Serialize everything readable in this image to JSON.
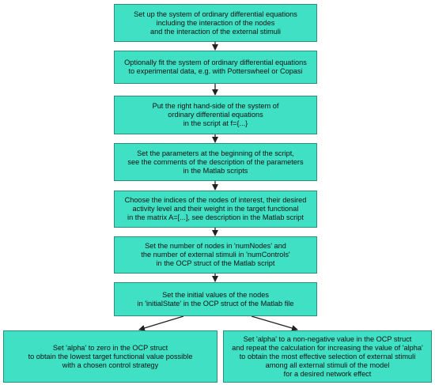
{
  "diagram": {
    "box_color": "#3fe0c4",
    "box_border_color": "#2a8f7f",
    "arrow_color": "#222222",
    "steps": [
      "Set up the system of ordinary differential equations\nincluding the interaction of the nodes\nand the interaction of the external stimuli",
      "Optionally fit the system of ordinary differential equations\nto experimental data, e.g. with Potterswheel or Copasi",
      "Put the right hand-side of the system of\nordinary differential equations\nin the script at f={...}",
      "Set the parameters at the beginning of the script,\nsee the comments of the description of the parameters\nin the Matlab scripts",
      "Choose the indices of the nodes of interest, their desired\nactivity level and their weight in the target functional\nin the matrix A=[...], see description in the Matlab script",
      "Set the number of nodes in 'numNodes' and\nthe number of external stimuli in 'numControls'\nin the OCP struct of the Matlab script",
      "Set the initial values of the nodes\nin 'initialState' in the OCP struct of the Matlab file"
    ],
    "branches": {
      "left": "Set 'alpha' to zero  in the OCP struct\nto obtain the lowest target functional value possible\nwith a chosen control strategy",
      "right": "Set 'alpha' to a non-negative value in the OCP struct\nand repeat the calculation for increasing the value of 'alpha'\nto obtain the most effective selection of external stimuli\namong all external stimuli of the model\nfor a desired network effect"
    }
  }
}
